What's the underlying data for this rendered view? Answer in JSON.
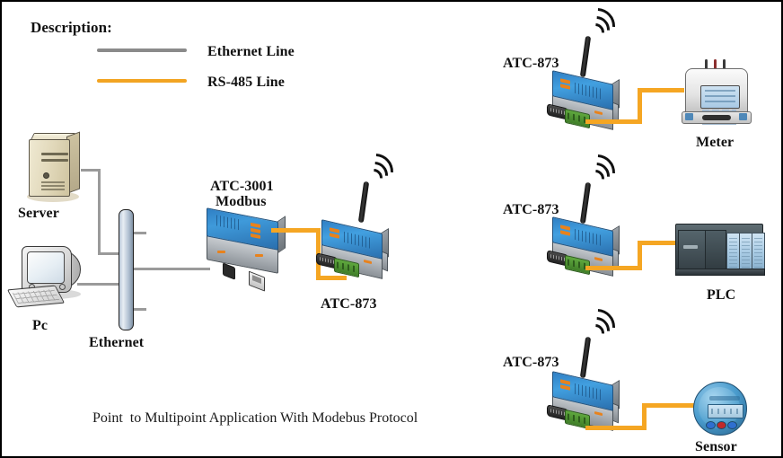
{
  "diagram": {
    "description_title": "Description:",
    "caption": "Point  to Multipoint Application With Modebus Protocol",
    "legend": [
      {
        "label": "Ethernet Line",
        "color": "#8a8a8a",
        "icon": "ethernet-line-swatch"
      },
      {
        "label": "RS-485 Line",
        "color": "#f2a422",
        "icon": "rs485-line-swatch"
      }
    ],
    "colors": {
      "ethernet_wire": "#9a9a9a",
      "rs485_wire": "#f5a623",
      "device_blue": "#3f9ada",
      "device_gray": "#b6bbc0",
      "terminal_green": "#3f7d28",
      "border": "#000000",
      "background": "#ffffff"
    },
    "nodes": {
      "server": {
        "label": "Server",
        "icon": "server-tower-icon"
      },
      "pc": {
        "label": "Pc",
        "icon": "desktop-computer-icon"
      },
      "ethernet_bus": {
        "label": "Ethernet",
        "icon": "ethernet-backbone-icon"
      },
      "gateway": {
        "label_line1": "ATC-3001",
        "label_line2": "Modbus",
        "icon": "modbus-gateway-icon"
      },
      "radio_main": {
        "label": "ATC-873",
        "icon": "wireless-modem-icon"
      },
      "radio_meter": {
        "label": "ATC-873",
        "icon": "wireless-modem-icon"
      },
      "radio_plc": {
        "label": "ATC-873",
        "icon": "wireless-modem-icon"
      },
      "radio_sensor": {
        "label": "ATC-873",
        "icon": "wireless-modem-icon"
      },
      "meter": {
        "label": "Meter",
        "icon": "handheld-meter-icon"
      },
      "plc": {
        "label": "PLC",
        "icon": "plc-rack-icon"
      },
      "sensor": {
        "label": "Sensor",
        "icon": "round-digital-sensor-icon"
      }
    }
  }
}
